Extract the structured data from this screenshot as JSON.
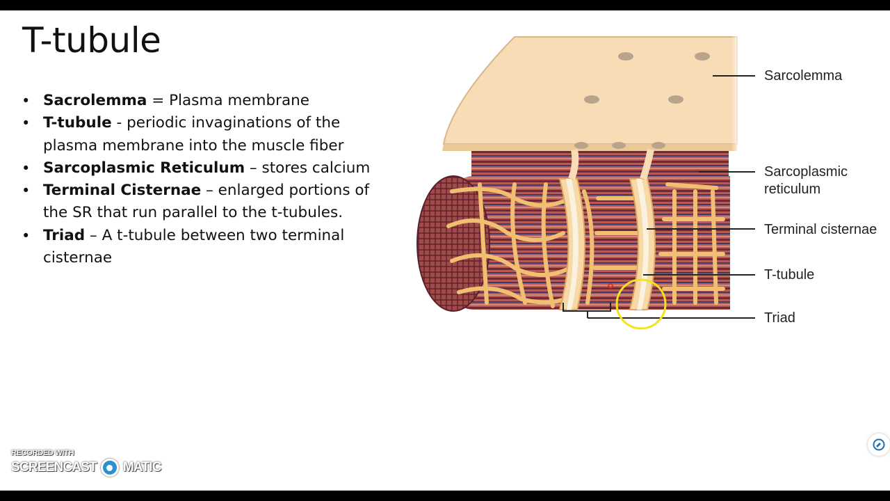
{
  "slide": {
    "title": "T-tubule",
    "bullets": [
      {
        "term": "Sacrolemma",
        "text": " = Plasma membrane"
      },
      {
        "term": "T-tubule",
        "text": " - periodic invaginations of the plasma membrane into the muscle fiber"
      },
      {
        "term": "Sarcoplasmic Reticulum",
        "text": " – stores calcium"
      },
      {
        "term": "Terminal Cisternae",
        "text": " – enlarged portions of the SR that run parallel to the t-tubules."
      },
      {
        "term": "Triad",
        "text": " – A t-tubule between two terminal cisternae"
      }
    ]
  },
  "diagram": {
    "labels": {
      "sarcolemma": "Sarcolemma",
      "sarcoplasmic_1": "Sarcoplasmic",
      "sarcoplasmic_2": "reticulum",
      "terminal_cisternae": "Terminal cisternae",
      "t_tubule": "T-tubule",
      "triad": "Triad"
    },
    "colors": {
      "membrane": "#f7dcb5",
      "reticulum": "#f2c27a",
      "myofibril": "#8a3f3f",
      "cursor_ring": "#f2e21f"
    }
  },
  "watermark": {
    "recorded_with": "RECORDED WITH",
    "left": "SCREENCAST",
    "right": "MATIC"
  },
  "icons": {
    "corner": "annotation-tool-icon",
    "logo": "screencast-o-matic-logo"
  }
}
